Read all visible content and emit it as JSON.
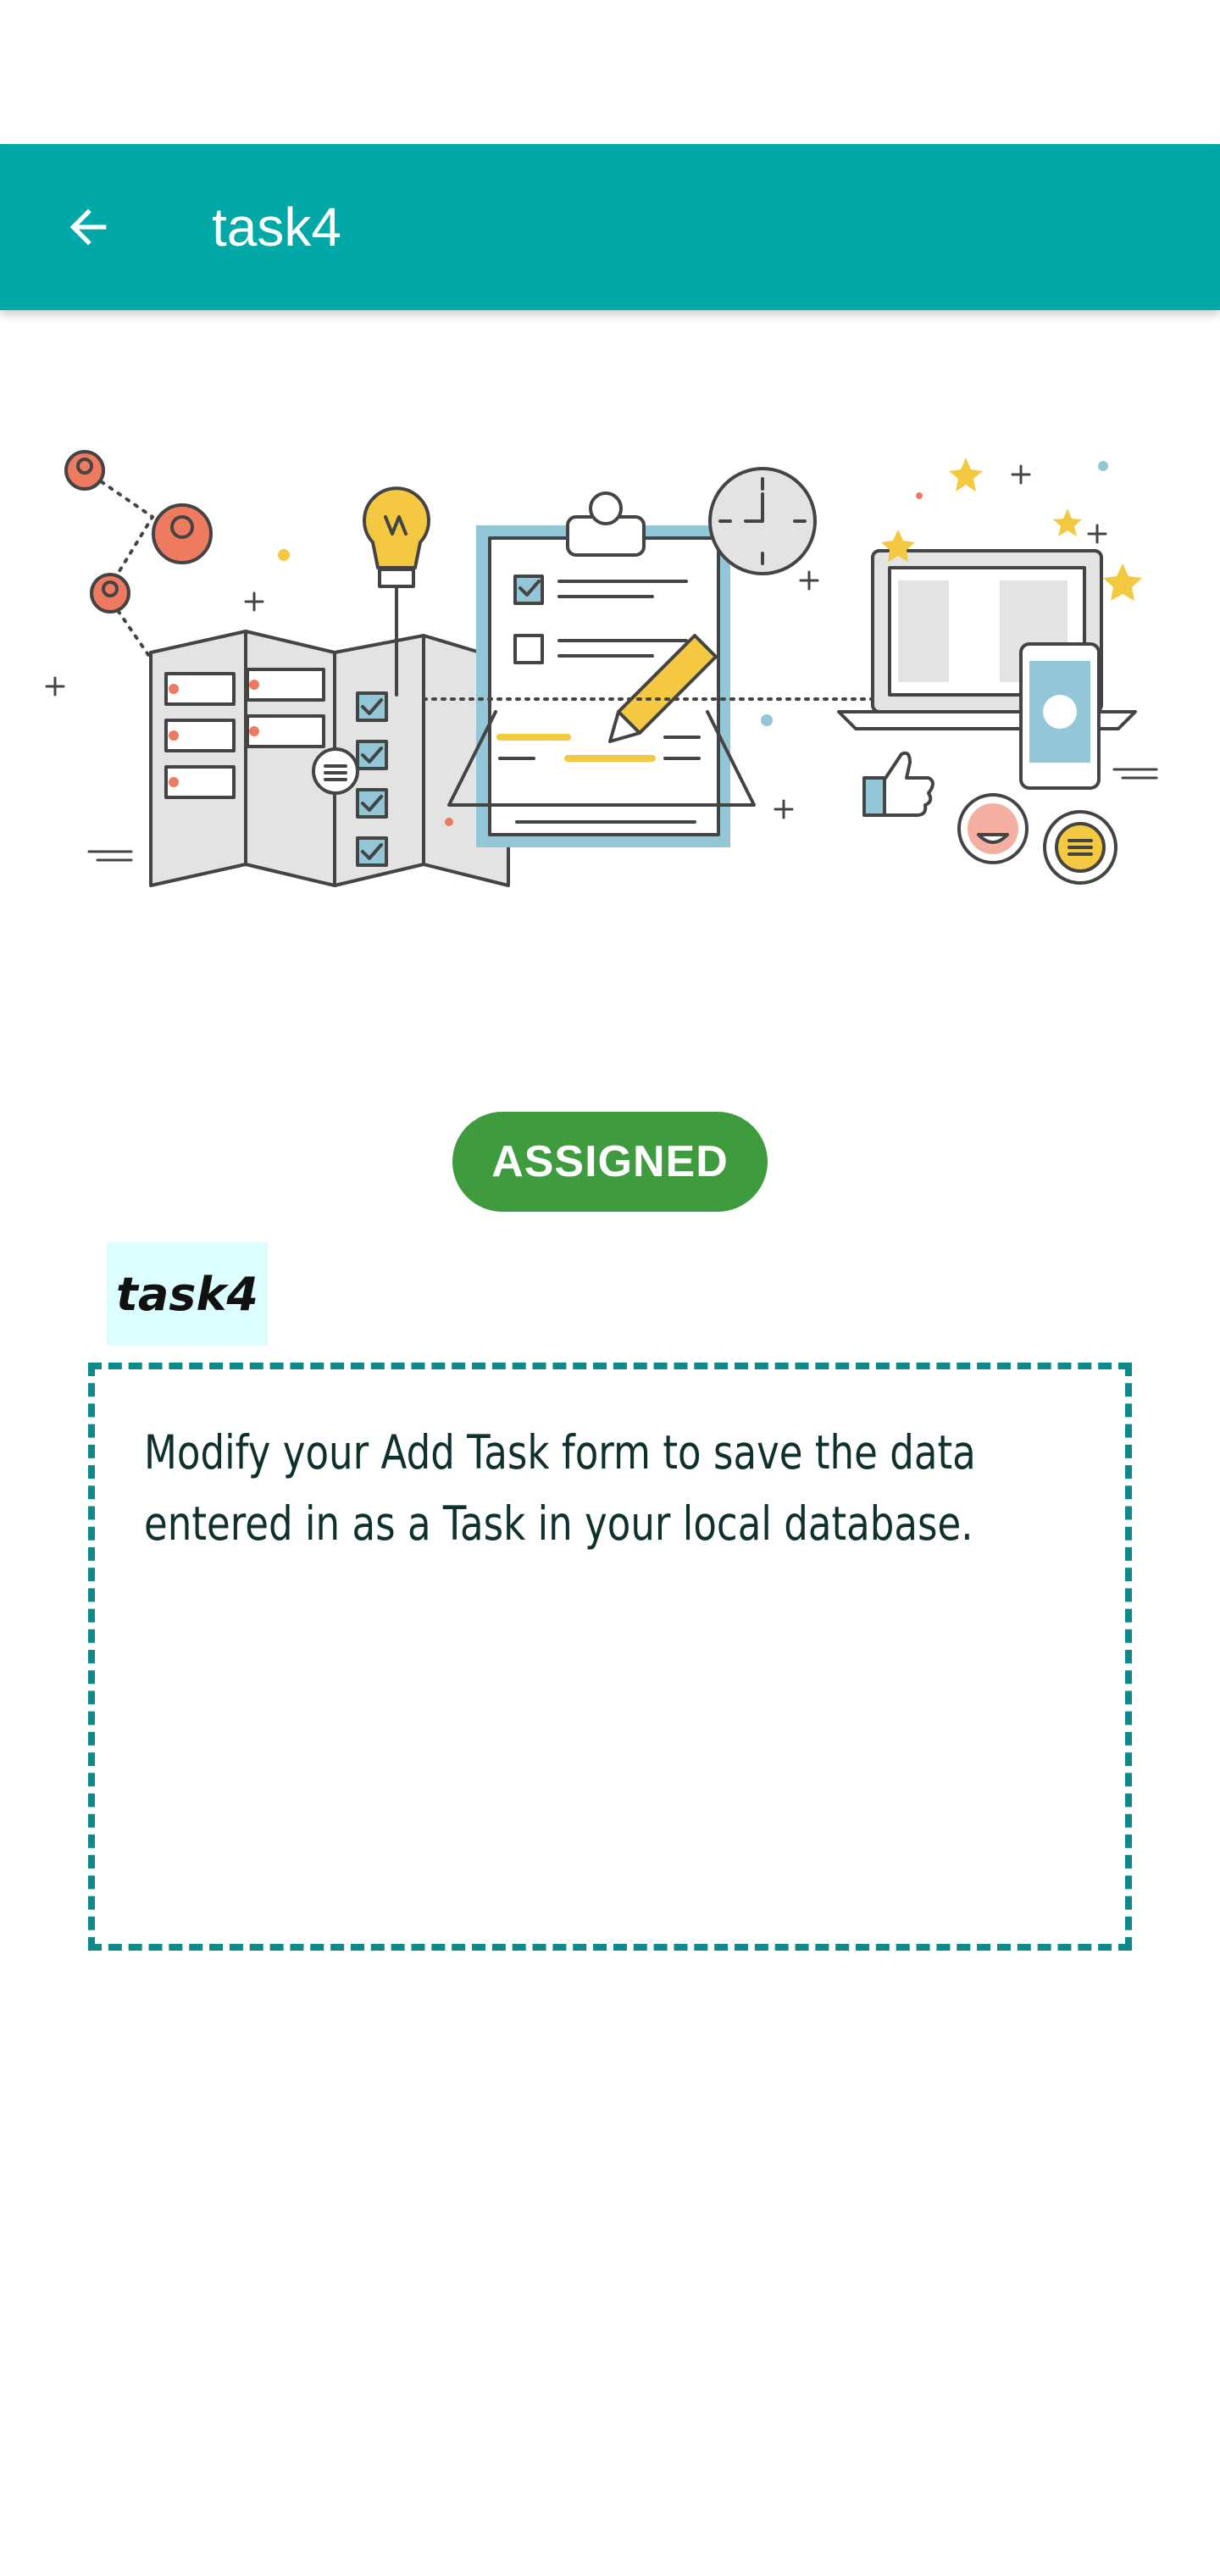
{
  "app_bar": {
    "title": "task4",
    "back_icon": "arrow-left-icon",
    "background_color": "#00A8A8"
  },
  "hero": {
    "icons": [
      "people-network-icon",
      "lightbulb-icon",
      "checklist-map-icon",
      "clipboard-icon",
      "pencil-icon",
      "clock-icon",
      "laptop-icon",
      "phone-icon",
      "thumbs-up-icon",
      "smiley-icon",
      "chat-bubble-icon",
      "star-icon"
    ]
  },
  "task": {
    "status": "ASSIGNED",
    "status_color": "#3E9B3E",
    "title": "task4",
    "description": "Modify your Add Task form to save the data entered in as a Task in your local database."
  },
  "colors": {
    "accent": "#00A8A8",
    "border": "#0E8A8A",
    "title_bg": "#DDFEFE",
    "illustration_blue": "#93C6D6",
    "illustration_yellow": "#F5C842",
    "illustration_orange": "#EE7A60"
  }
}
